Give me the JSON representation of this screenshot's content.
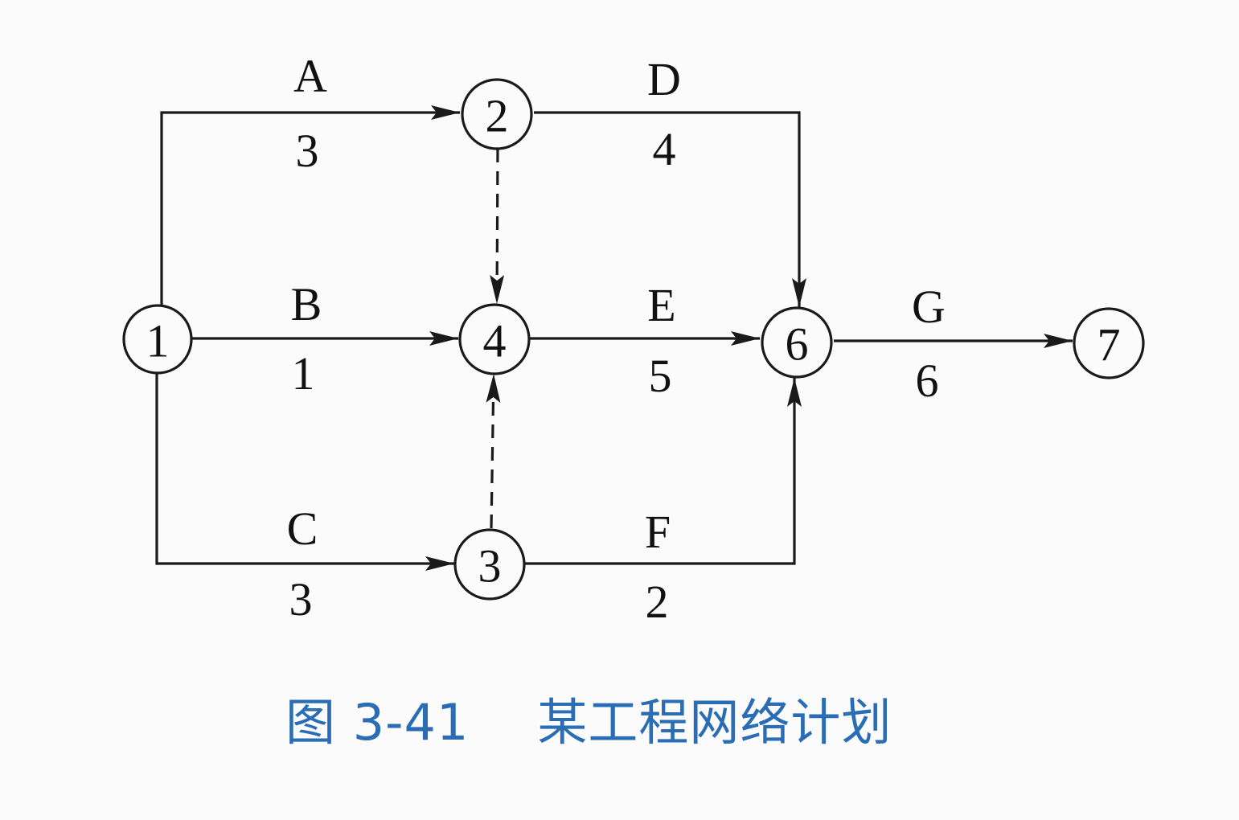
{
  "nodes": [
    {
      "id": "1",
      "label": "1"
    },
    {
      "id": "2",
      "label": "2"
    },
    {
      "id": "3",
      "label": "3"
    },
    {
      "id": "4",
      "label": "4"
    },
    {
      "id": "6",
      "label": "6"
    },
    {
      "id": "7",
      "label": "7"
    }
  ],
  "edges": [
    {
      "from": "1",
      "to": "2",
      "activity": "A",
      "duration": "3",
      "dashed": false
    },
    {
      "from": "1",
      "to": "4",
      "activity": "B",
      "duration": "1",
      "dashed": false
    },
    {
      "from": "1",
      "to": "3",
      "activity": "C",
      "duration": "3",
      "dashed": false
    },
    {
      "from": "2",
      "to": "6",
      "activity": "D",
      "duration": "4",
      "dashed": false
    },
    {
      "from": "4",
      "to": "6",
      "activity": "E",
      "duration": "5",
      "dashed": false
    },
    {
      "from": "3",
      "to": "6",
      "activity": "F",
      "duration": "2",
      "dashed": false
    },
    {
      "from": "6",
      "to": "7",
      "activity": "G",
      "duration": "6",
      "dashed": false
    },
    {
      "from": "2",
      "to": "4",
      "dashed": true
    },
    {
      "from": "3",
      "to": "4",
      "dashed": true
    }
  ],
  "caption": {
    "number": "图 3-41",
    "title": "某工程网络计划"
  },
  "colors": {
    "line": "#1a1a1a",
    "caption": "#2a6db5"
  }
}
